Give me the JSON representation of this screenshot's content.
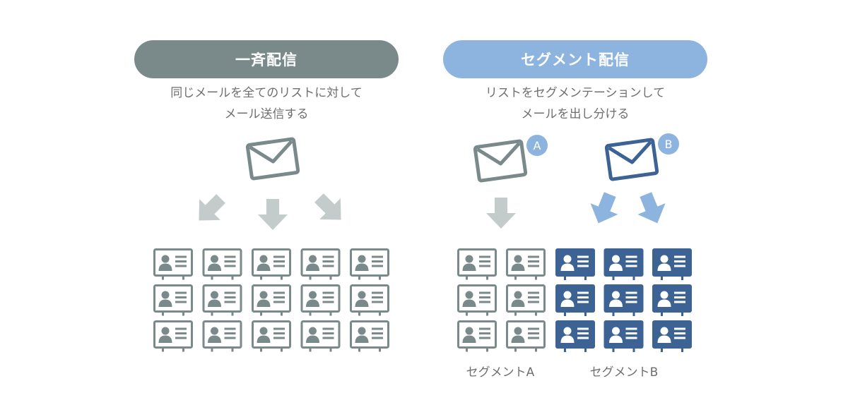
{
  "left": {
    "title": "一斉配信",
    "description_lines": [
      "同じメールを全てのリストに対して",
      "メール送信する"
    ],
    "color": "#7a8a8a"
  },
  "right": {
    "title": "セグメント配信",
    "description_lines": [
      "リストをセグメンテーションして",
      "メールを出し分ける"
    ],
    "color": "#8db4df",
    "badge_a": "A",
    "badge_b": "B",
    "segment_a_label": "セグメントA",
    "segment_b_label": "セグメントB"
  },
  "colors": {
    "gray_icon": "#7a8a8a",
    "gray_arrow": "#c3cbcb",
    "navy": "#3c6394",
    "light_blue": "#8db4df"
  },
  "icons": [
    "envelope-icon",
    "down-arrow-icon",
    "contact-card-icon",
    "badge-icon"
  ]
}
